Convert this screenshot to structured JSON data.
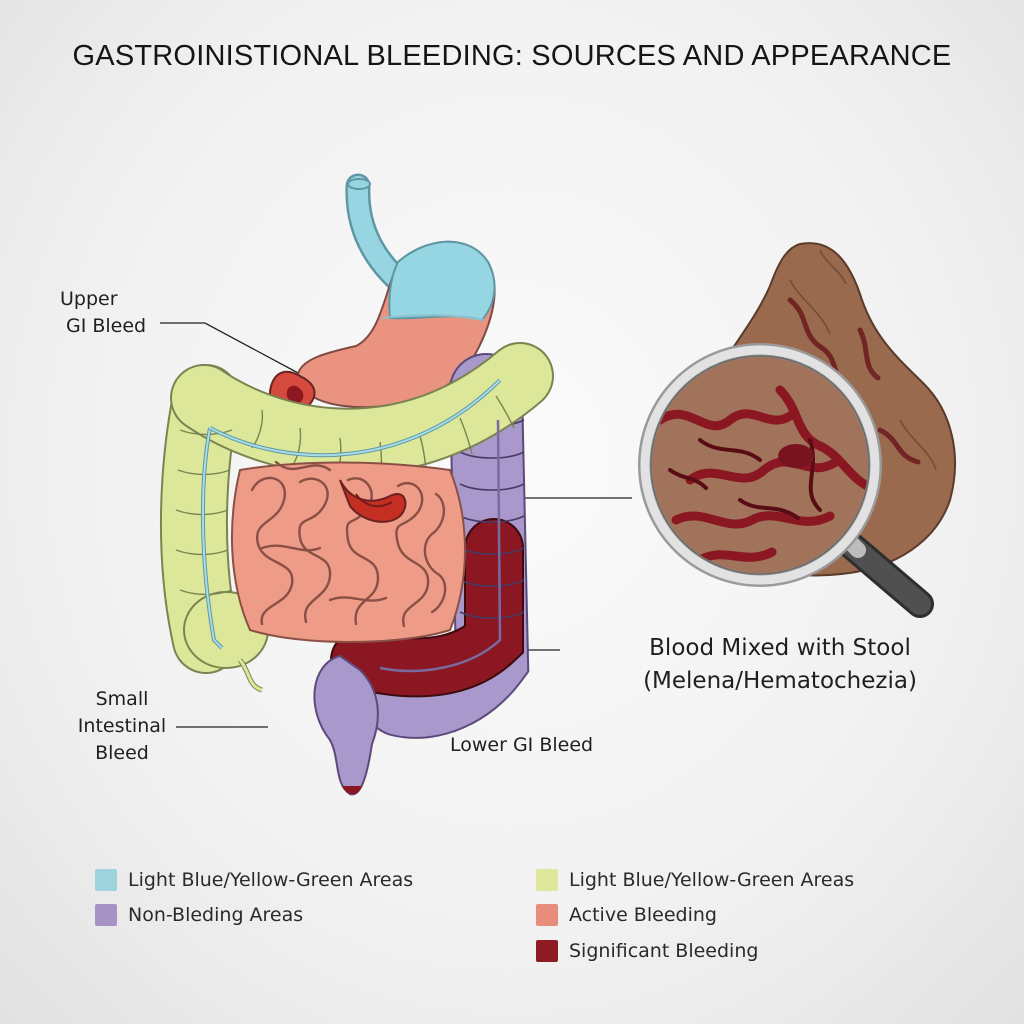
{
  "title": "GASTROINISTIONAL BLEEDING: SOURCES AND APPEARANCE",
  "labels": {
    "upper_gi": [
      "Upper",
      "GI Bleed"
    ],
    "small_intestinal": [
      "Small",
      "Intestinal",
      "Bleed"
    ],
    "lower_gi": "Lower GI Bleed",
    "stool": [
      "Blood Mixed with Stool",
      "(Melena/Hematochezia)"
    ]
  },
  "legend": [
    {
      "label": "Light Blue/Yellow-Green Areas",
      "color": "#9fd4df"
    },
    {
      "label": "Non-Bleding Areas",
      "color": "#a792c6"
    },
    {
      "label": "Light Blue/Yellow-Green Areas",
      "color": "#dfe79a"
    },
    {
      "label": "Active Bleeding",
      "color": "#e88c7c"
    },
    {
      "label": "Significant Bleeding",
      "color": "#8e1a24"
    }
  ],
  "colors": {
    "stomach_top": "#95d6e2",
    "stomach_bottom": "#ea9381",
    "colon_light": "#dce79a",
    "small_intestine": "#ee9c88",
    "descending_colon": "#a998cb",
    "significant_bleeding": "#8a1722",
    "active_bleeding": "#c42f22",
    "stool": "#9a6a4e"
  }
}
